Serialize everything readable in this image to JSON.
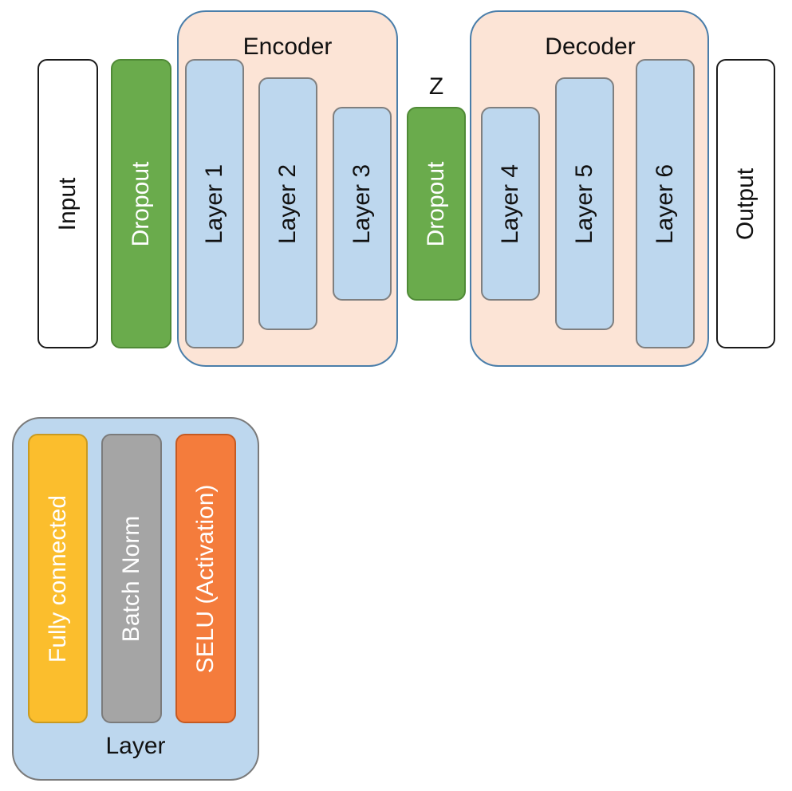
{
  "diagram": {
    "input_label": "Input",
    "output_label": "Output",
    "z_label": "Z",
    "encoder": {
      "title": "Encoder",
      "dropout_label": "Dropout",
      "layers": [
        "Layer 1",
        "Layer 2",
        "Layer 3"
      ]
    },
    "bottleneck": {
      "dropout_label": "Dropout"
    },
    "decoder": {
      "title": "Decoder",
      "layers": [
        "Layer 4",
        "Layer 5",
        "Layer 6"
      ]
    },
    "legend": {
      "title": "Layer",
      "components": [
        "Fully connected",
        "Batch Norm",
        "SELU (Activation)"
      ]
    },
    "colors": {
      "group_fill": "#fce4d6",
      "group_border": "#4a7eaa",
      "layer_fill": "#bdd7ee",
      "dropout_fill": "#6aab4c",
      "fully_connected_fill": "#fbbe2d",
      "batch_norm_fill": "#a5a5a5",
      "selu_fill": "#f47c3c"
    }
  }
}
